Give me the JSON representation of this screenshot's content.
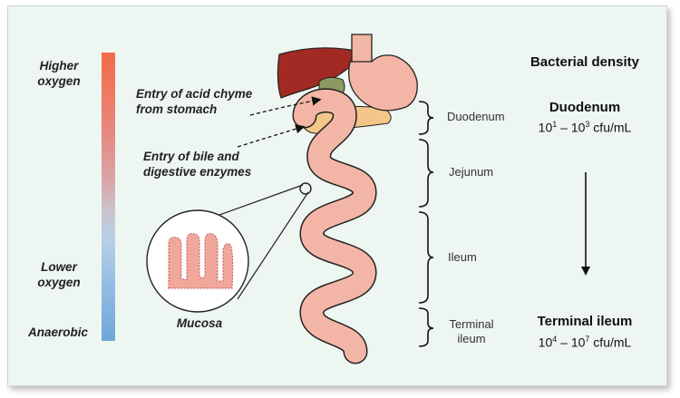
{
  "oxygen_scale": {
    "higher": "Higher\noxygen",
    "lower": "Lower\noxygen",
    "anaerobic": "Anaerobic"
  },
  "annotations": {
    "acid_chyme": "Entry of acid chyme\nfrom stomach",
    "bile": "Entry of bile and\ndigestive enzymes",
    "mucosa": "Mucosa"
  },
  "segments": {
    "duodenum": "Duodenum",
    "jejunum": "Jejunum",
    "ileum": "Ileum",
    "terminal_ileum": "Terminal\nileum"
  },
  "density": {
    "title": "Bacterial density",
    "duodenum_label": "Duodenum",
    "duodenum_base1": "10",
    "duodenum_exp1": "1",
    "duodenum_sep": " – ",
    "duodenum_base2": "10",
    "duodenum_exp2": "3",
    "duodenum_unit": " cfu/mL",
    "terminal_label": "Terminal ileum",
    "terminal_base1": "10",
    "terminal_exp1": "4",
    "terminal_sep": " – ",
    "terminal_base2": "10",
    "terminal_exp2": "7",
    "terminal_unit": " cfu/mL"
  },
  "colors": {
    "intestine": "#f3b6a6",
    "liver": "#a32a24",
    "pancreas": "#f4c68a",
    "gallbladder": "#8c9a62",
    "background": "#eef6f1"
  }
}
